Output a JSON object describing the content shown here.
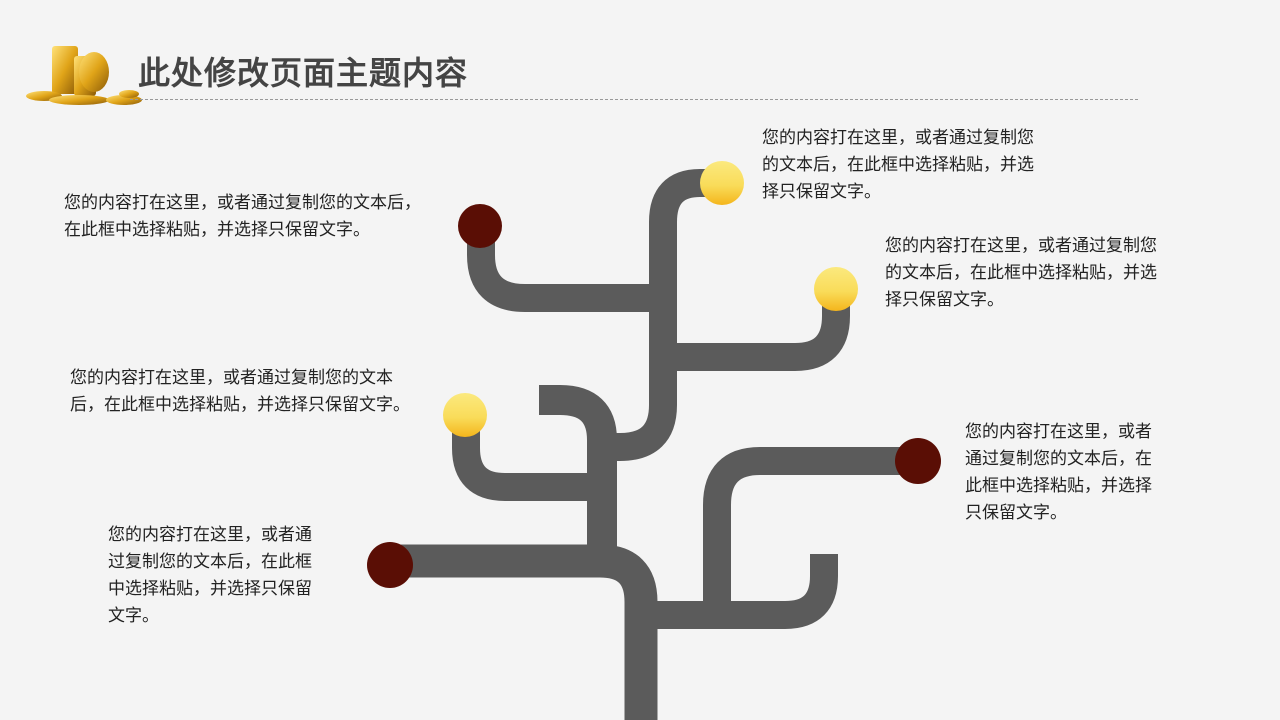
{
  "header": {
    "title": "此处修改页面主题内容"
  },
  "colors": {
    "branch": "#5b5b5b",
    "dark_node": "#5a0e05",
    "yellow_top": "#fbe97e",
    "yellow_bottom": "#f4b51c"
  },
  "nodes": [
    {
      "lines": [
        "您的内容打在这里，或者通过复制您",
        "的文本后，在此框中选择粘贴，并选",
        "择只保留文字。"
      ]
    },
    {
      "lines": [
        "您的内容打在这里，或者通过复制您",
        "的文本后，在此框中选择粘贴，并选",
        "择只保留文字。"
      ]
    },
    {
      "lines": [
        "您的内容打在这里，或者通过复制您的文本后，",
        "在此框中选择粘贴，并选择只保留文字。"
      ]
    },
    {
      "lines": [
        "您的内容打在这里，或者通过复制您的文本",
        "后，在此框中选择粘贴，并选择只保留文字。"
      ]
    },
    {
      "lines": [
        "您的内容打在这里，或者",
        "通过复制您的文本后，在",
        "此框中选择粘贴，并选择",
        "只保留文字。"
      ]
    },
    {
      "lines": [
        "您的内容打在这里，或者通",
        "过复制您的文本后，在此框",
        "中选择粘贴，并选择只保留",
        "文字。"
      ]
    }
  ]
}
